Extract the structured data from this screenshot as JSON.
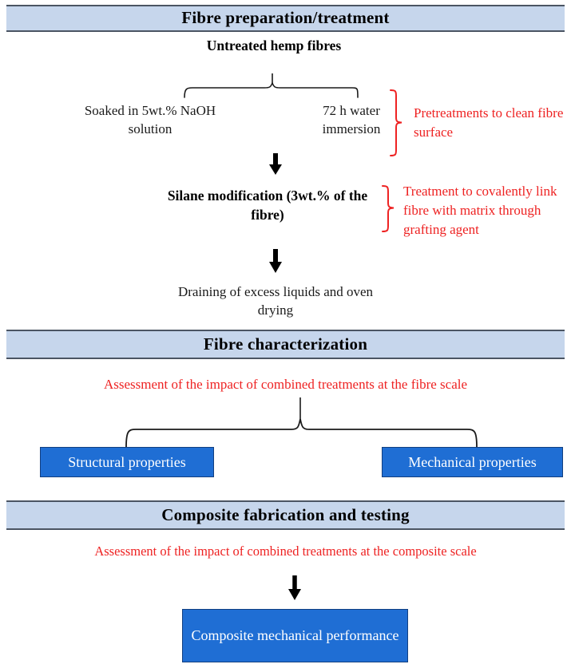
{
  "figure": {
    "type": "flowchart",
    "title": "Hemp fibre treatment and composite testing workflow"
  },
  "sections": [
    {
      "id": "fibre-preparation",
      "label": "Fibre preparation/treatment"
    },
    {
      "id": "fibre-characterization",
      "label": "Fibre characterization"
    },
    {
      "id": "composite-fabrication",
      "label": "Composite fabrication and testing"
    }
  ],
  "nodes": {
    "untreated_hemp": "Untreated hemp fibres",
    "naoh_soak": "Soaked in 5wt.% NaOH solution",
    "water_immersion": "72 h water immersion",
    "silane": "Silane modification (3wt.% of the fibre)",
    "draining": "Draining of excess liquids and oven drying",
    "structural_properties": "Structural properties",
    "mechanical_properties": "Mechanical properties",
    "composite_performance": "Composite mechanical performance"
  },
  "annotations": {
    "pretreatments": "Pretreatments to clean fibre surface",
    "silane_treatment": "Treatment to covalently link fibre with matrix through grafting agent",
    "fibre_scale": "Assessment of the impact of combined treatments at the fibre scale",
    "composite_scale": "Assessment of the impact of combined treatments at the composite scale"
  },
  "colors": {
    "banner_fill": "#c6d6ec",
    "banner_border": "#4b5563",
    "box_fill": "#1f6ed4",
    "box_border": "#123f80",
    "annotation_red": "#ee2222",
    "connector_black": "#1a1a1a",
    "text_black": "#000000",
    "text_white": "#ffffff"
  }
}
